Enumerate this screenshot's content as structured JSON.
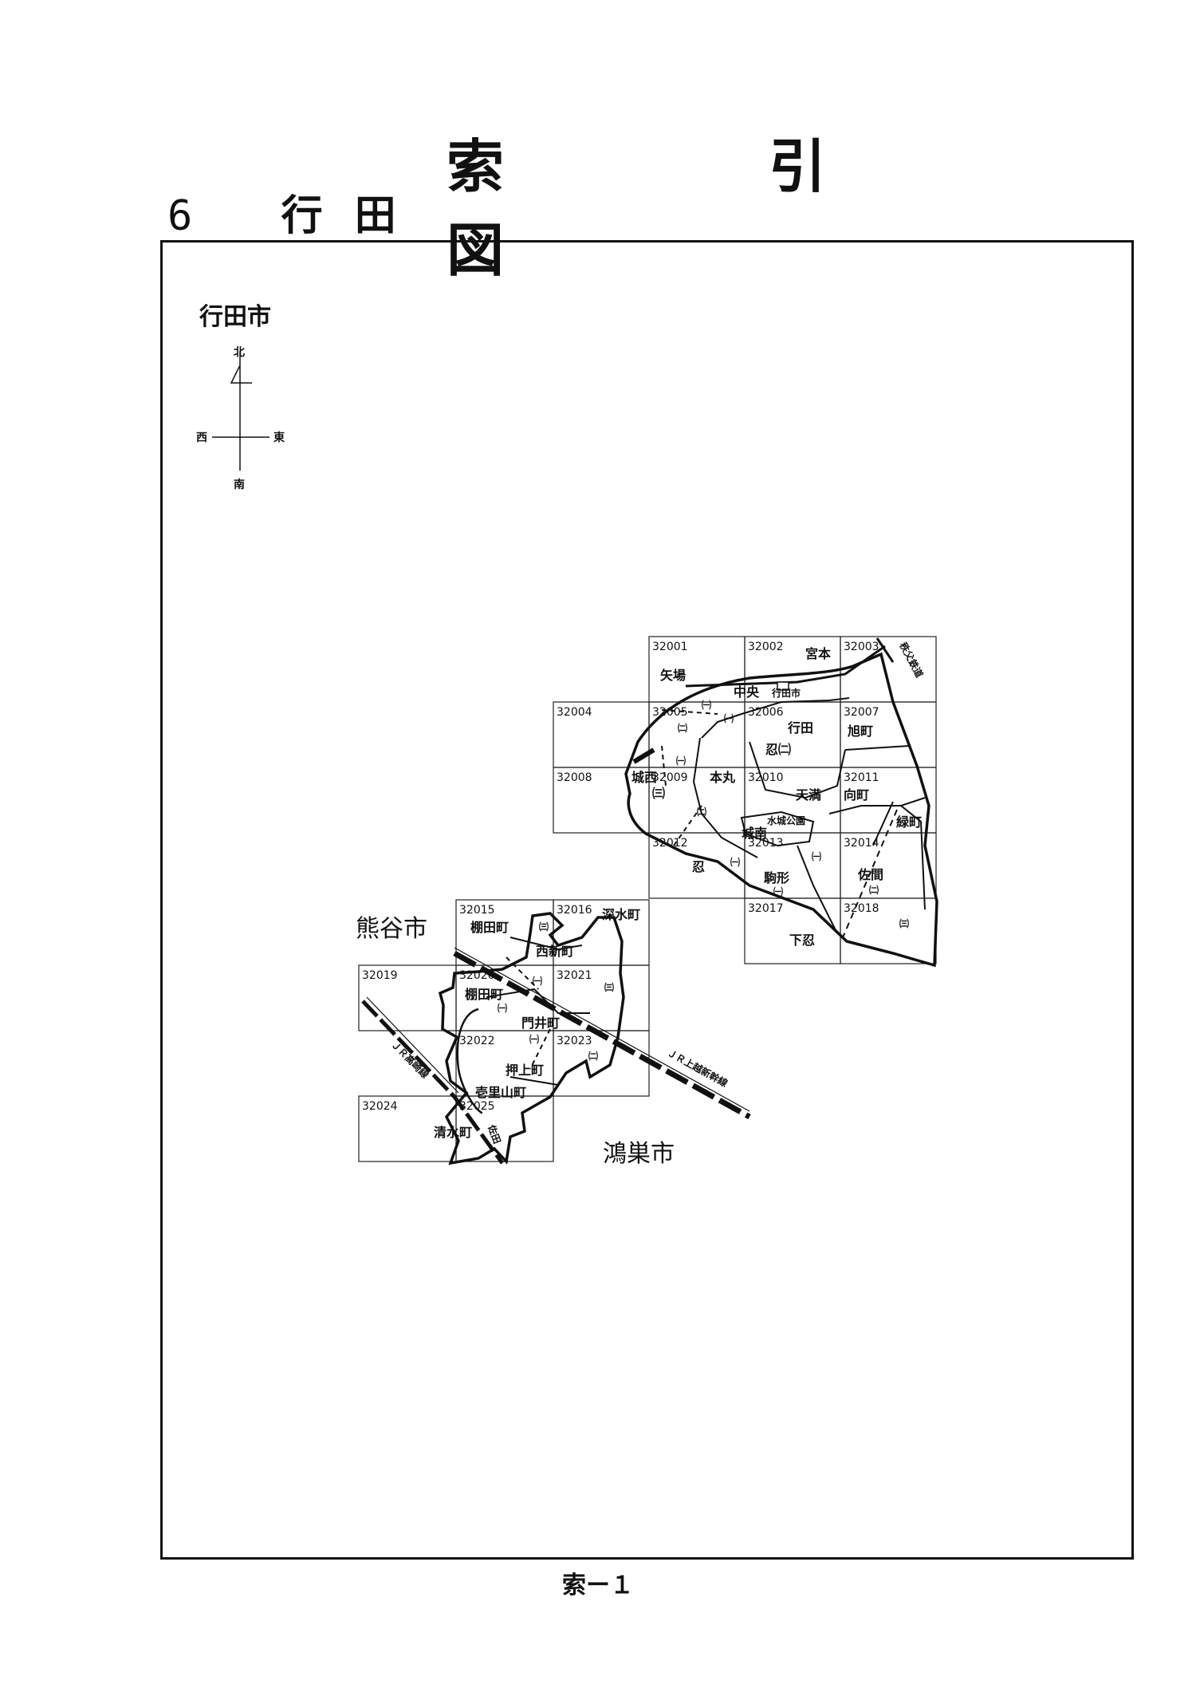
{
  "header": {
    "page_title": "索　引　図",
    "section_number": "6",
    "section_name": "行田"
  },
  "city_label": "行田市",
  "compass": {
    "north": "北",
    "south": "南",
    "east": "東",
    "west": "西"
  },
  "neighbors": {
    "kumagaya": "熊谷市",
    "konosu": "鴻巣市"
  },
  "sheets": [
    {
      "code": "32001"
    },
    {
      "code": "32002"
    },
    {
      "code": "32003"
    },
    {
      "code": "32004"
    },
    {
      "code": "32005"
    },
    {
      "code": "32006"
    },
    {
      "code": "32007"
    },
    {
      "code": "32008"
    },
    {
      "code": "32009"
    },
    {
      "code": "32010"
    },
    {
      "code": "32011"
    },
    {
      "code": "32012"
    },
    {
      "code": "32013"
    },
    {
      "code": "32014"
    },
    {
      "code": "32017"
    },
    {
      "code": "32018"
    },
    {
      "code": "32015"
    },
    {
      "code": "32016"
    },
    {
      "code": "32019"
    },
    {
      "code": "32020"
    },
    {
      "code": "32021"
    },
    {
      "code": "32022"
    },
    {
      "code": "32023"
    },
    {
      "code": "32024"
    },
    {
      "code": "32025"
    }
  ],
  "areas": {
    "miyamoto": "宮本",
    "yaba": "矢場",
    "chuo": "中央",
    "gyoda_shi": "行田市",
    "gyoda": "行田",
    "asahi_cho": "旭町",
    "oshi_ni": "忍㈡",
    "honmaru": "本丸",
    "josai": "城西",
    "josai_san": "㈢",
    "temma": "天満",
    "mukai_cho": "向町",
    "suijo_koen": "水城公園",
    "midori_cho": "緑町",
    "jonan": "城南",
    "oshi": "忍",
    "komagata": "駒形",
    "sakuma": "佐間",
    "shimooshi": "下忍",
    "tanada_cho": "棚田町",
    "fukami_cho": "深水町",
    "nishi_shin_machi": "西新町",
    "kadoi_cho": "門井町",
    "oshiage_cho": "押上町",
    "iriyama_cho": "壱里山町",
    "shimizu_cho": "清水町",
    "sakiwa": "佐田"
  },
  "sub_marks": {
    "one": "㈠",
    "two": "㈡",
    "three": "㈢"
  },
  "railways": {
    "chichibu": "秩父鉄道",
    "takasaki": "ＪＲ高崎線",
    "joetsu_shinkansen": "ＪＲ上越新幹線"
  },
  "footer": "索ー１"
}
